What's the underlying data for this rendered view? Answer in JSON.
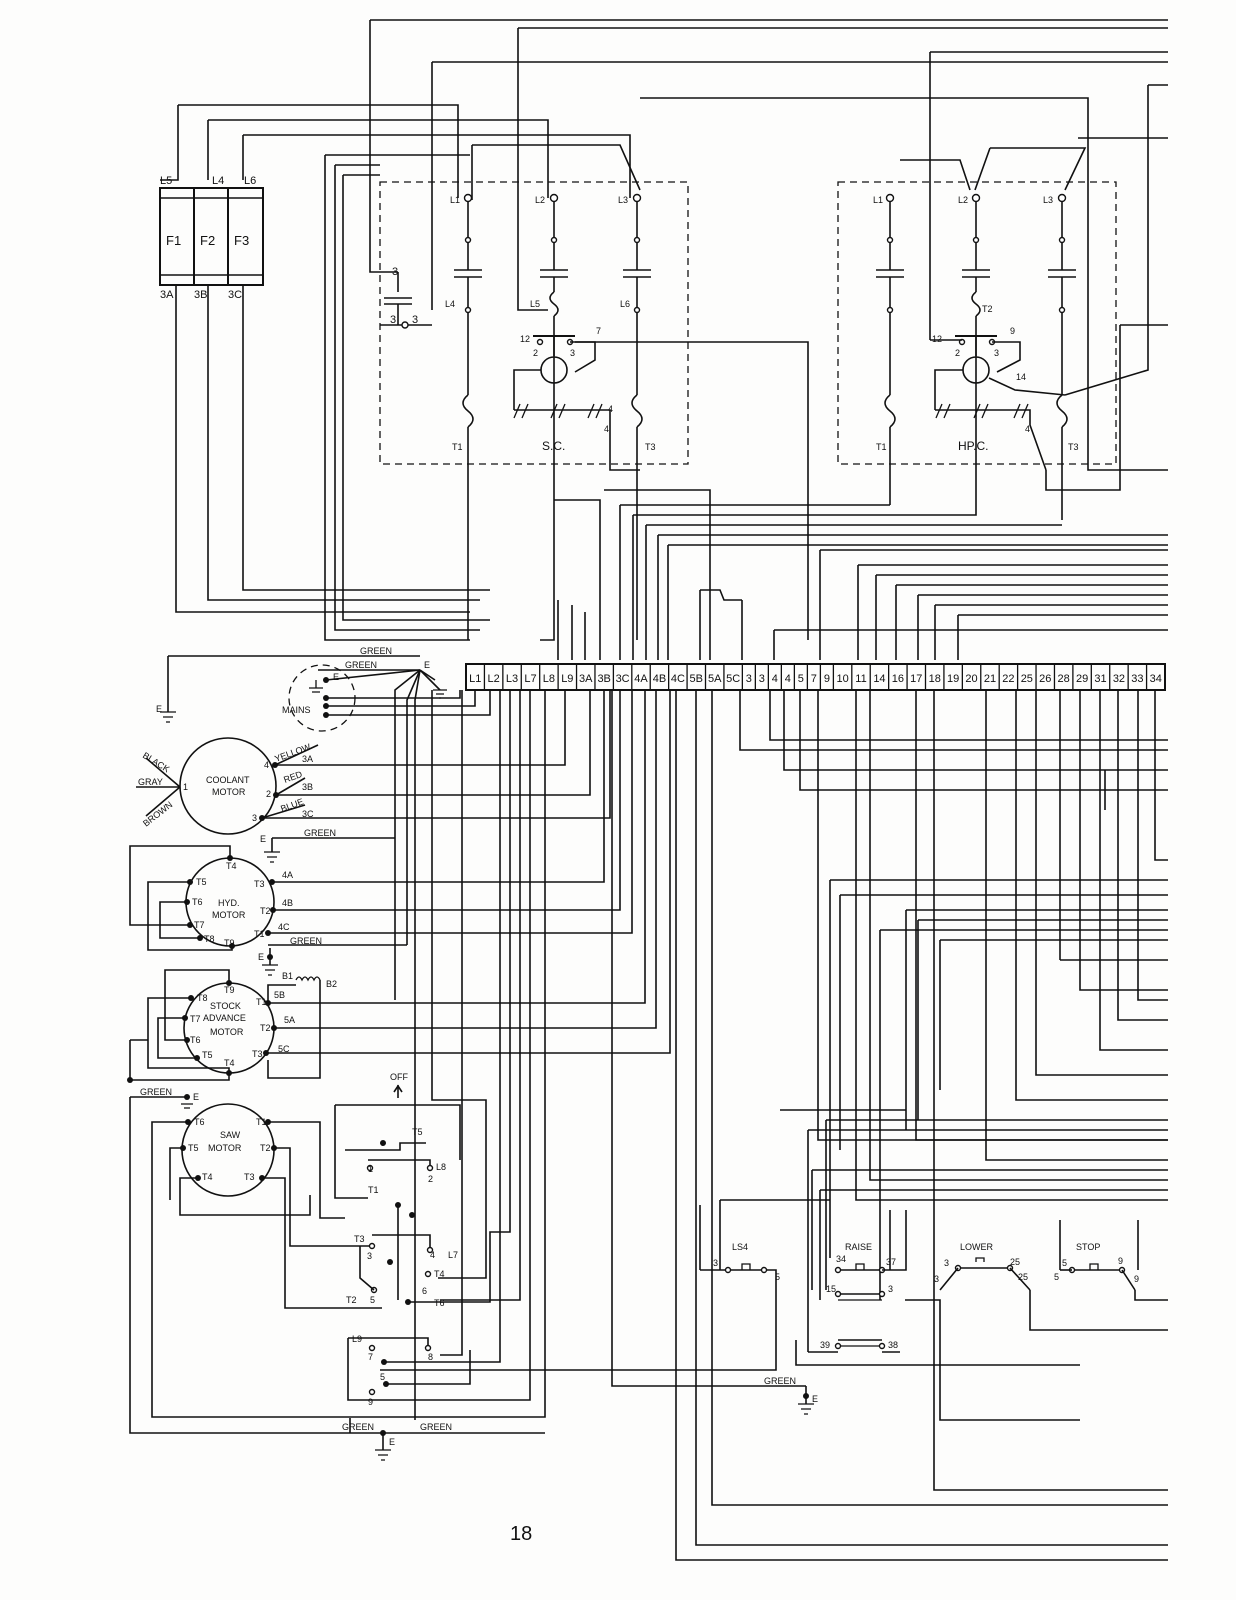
{
  "fuses": {
    "names": [
      "F1",
      "F2",
      "F3"
    ],
    "top_labels": [
      "L5",
      "L4",
      "L6"
    ],
    "bottom_labels": [
      "3A",
      "3B",
      "3C"
    ]
  },
  "contactors": [
    {
      "name": "S.C.",
      "line_labels": [
        "L1",
        "L2",
        "L3"
      ],
      "load_labels": [
        "L4",
        "L5",
        "L6"
      ],
      "out_labels": [
        "T1",
        "T3"
      ],
      "aux_labels": [
        "12",
        "2",
        "3",
        "7",
        "4",
        "4"
      ]
    },
    {
      "name": "HP.C.",
      "line_labels": [
        "L1",
        "L2",
        "L3"
      ],
      "load_labels": [
        "T2"
      ],
      "out_labels": [
        "T1",
        "T3"
      ],
      "aux_labels": [
        "12",
        "2",
        "3",
        "9",
        "14",
        "4"
      ]
    }
  ],
  "interlock": {
    "labels": [
      "3",
      "3",
      "3"
    ]
  },
  "terminal_strip": {
    "labels": [
      "L1",
      "L2",
      "L3",
      "L7",
      "L8",
      "L9",
      "3A",
      "3B",
      "3C",
      "4A",
      "4B",
      "4C",
      "5B",
      "5A",
      "5C",
      "3",
      "3",
      "4",
      "4",
      "5",
      "7",
      "9",
      "10",
      "11",
      "14",
      "16",
      "17",
      "18",
      "19",
      "20",
      "21",
      "22",
      "25",
      "26",
      "28",
      "29",
      "31",
      "32",
      "33",
      "34"
    ]
  },
  "mains": {
    "label": "MAINS",
    "ground": "E"
  },
  "ground_labels": {
    "green": "GREEN",
    "earth": "E"
  },
  "coolant_motor": {
    "title_1": "COOLANT",
    "title_2": "MOTOR",
    "left_leads": [
      "BLACK",
      "GRAY",
      "BROWN"
    ],
    "left_terminal": "1",
    "terminals": [
      "4",
      "2",
      "3"
    ],
    "wire_colors": [
      "YELLOW",
      "RED",
      "BLUE"
    ],
    "wire_ids": [
      "3A",
      "3B",
      "3C"
    ]
  },
  "hyd_motor": {
    "title_1": "HYD.",
    "title_2": "MOTOR",
    "terminals": [
      "T4",
      "T5",
      "T6",
      "T7",
      "T8",
      "T9",
      "T3",
      "T2",
      "T1"
    ],
    "wire_ids": [
      "4A",
      "4B",
      "4C"
    ]
  },
  "stock_motor": {
    "title_1": "STOCK",
    "title_2": "ADVANCE",
    "title_3": "MOTOR",
    "terminals": [
      "T9",
      "T8",
      "T7",
      "T6",
      "T5",
      "T4",
      "T1",
      "T2",
      "T3"
    ],
    "wire_ids": [
      "5B",
      "5A",
      "5C"
    ],
    "brake": [
      "B1",
      "B2"
    ]
  },
  "saw_motor": {
    "title_1": "SAW",
    "title_2": "MOTOR",
    "terminals": [
      "T6",
      "T1",
      "T5",
      "T2",
      "T4",
      "T3"
    ]
  },
  "selector_switch": {
    "off_label": "OFF",
    "labels": [
      "T5",
      "1",
      "L8",
      "T1",
      "2",
      "T3",
      "3",
      "4",
      "L7",
      "T4",
      "6",
      "T2",
      "5",
      "T6",
      "L9",
      "7",
      "8",
      "5",
      "9"
    ]
  },
  "switches": [
    {
      "name": "LS4",
      "labels": [
        "3",
        "5"
      ]
    },
    {
      "name": "RAISE",
      "labels": [
        "34",
        "37",
        "15",
        "3",
        "39",
        "38"
      ]
    },
    {
      "name": "LOWER",
      "labels": [
        "3",
        "25",
        "3",
        "25"
      ]
    },
    {
      "name": "STOP",
      "labels": [
        "5",
        "9",
        "5",
        "9"
      ]
    }
  ],
  "page_number": "18"
}
